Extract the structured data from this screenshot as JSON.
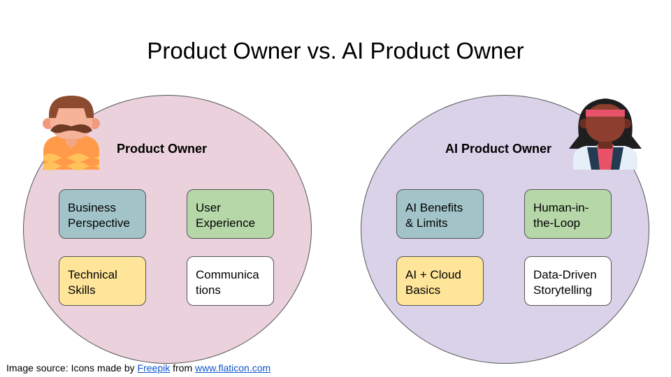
{
  "title": "Product Owner vs. AI Product Owner",
  "colors": {
    "left_circle": "#ead1dc",
    "right_circle": "#d9d2e9",
    "blue": "#a2c4c9",
    "green": "#b6d7a8",
    "yellow": "#ffe599",
    "white": "#ffffff",
    "link": "#1155cc"
  },
  "left": {
    "heading": "Product Owner",
    "avatar_icon": "man-avatar-icon",
    "skills": [
      {
        "line1": "Business",
        "line2": "Perspective",
        "color": "#a2c4c9"
      },
      {
        "line1": "User",
        "line2": "Experience",
        "color": "#b6d7a8"
      },
      {
        "line1": "Technical",
        "line2": "Skills",
        "color": "#ffe599"
      },
      {
        "line1": "Communica",
        "line2": "tions",
        "color": "#ffffff"
      }
    ]
  },
  "right": {
    "heading": "AI Product Owner",
    "avatar_icon": "woman-avatar-icon",
    "skills": [
      {
        "line1": "AI Benefits",
        "line2": "& Limits",
        "color": "#a2c4c9"
      },
      {
        "line1": "Human-in-",
        "line2": "the-Loop",
        "color": "#b6d7a8"
      },
      {
        "line1": "AI + Cloud",
        "line2": "Basics",
        "color": "#ffe599"
      },
      {
        "line1": "Data-Driven",
        "line2": "Storytelling",
        "color": "#ffffff"
      }
    ]
  },
  "footer": {
    "prefix": "Image source: Icons made by ",
    "link1": "Freepik",
    "middle": " from ",
    "link2": "www.flaticon.com"
  }
}
